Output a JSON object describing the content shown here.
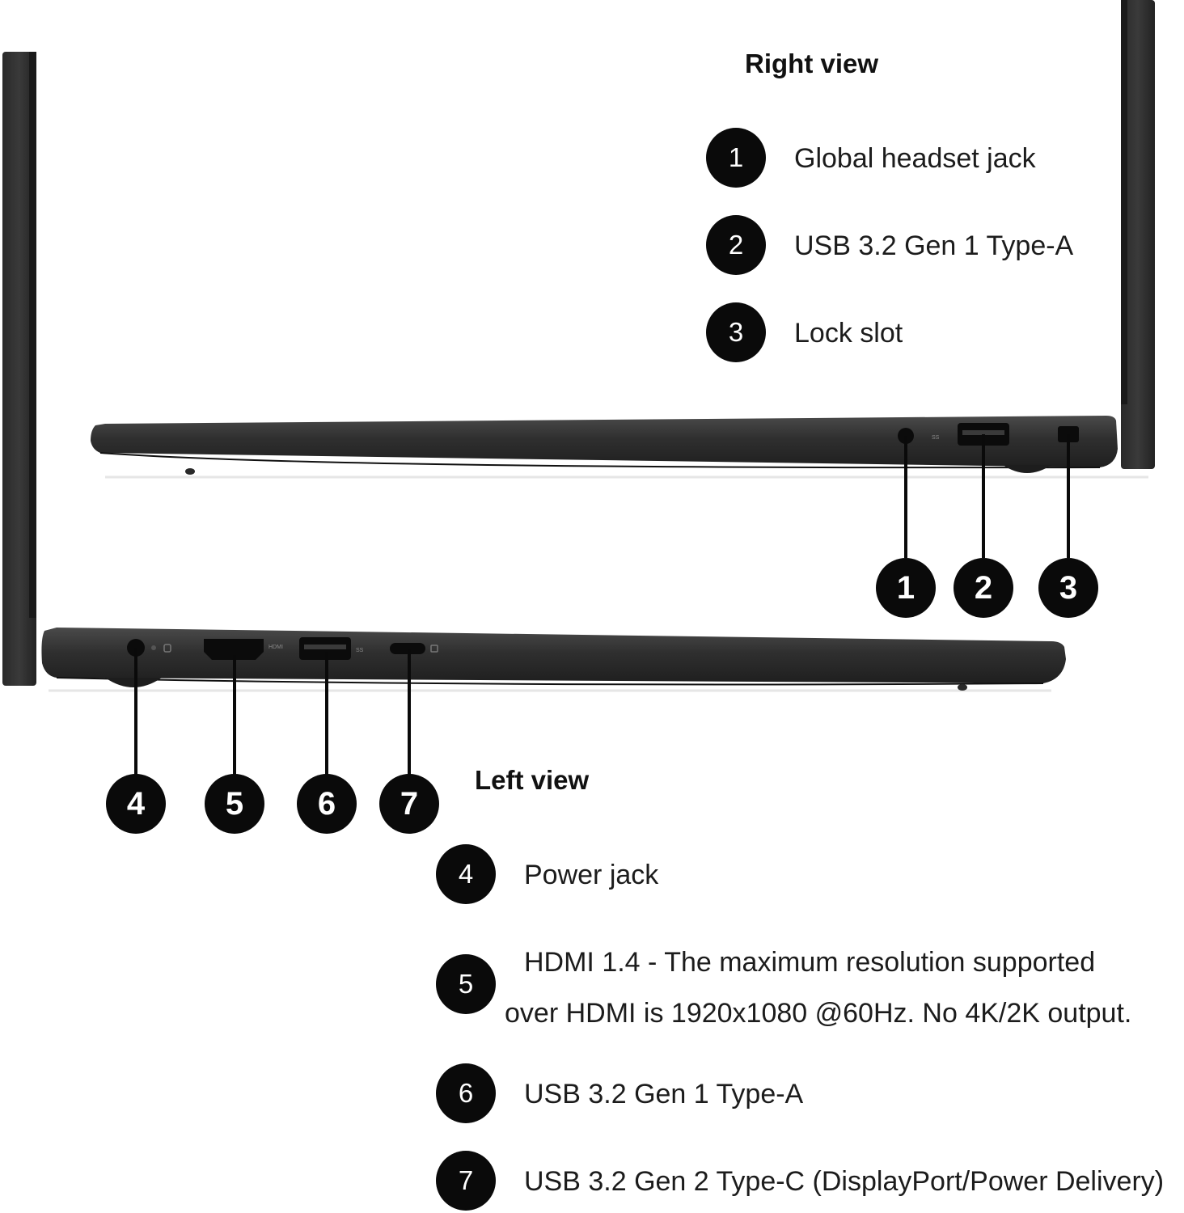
{
  "right_view": {
    "heading": "Right view",
    "items": [
      {
        "number": "1",
        "label": "Global headset jack"
      },
      {
        "number": "2",
        "label": "USB 3.2 Gen 1 Type-A"
      },
      {
        "number": "3",
        "label": "Lock slot"
      }
    ]
  },
  "left_view": {
    "heading": "Left view",
    "items": [
      {
        "number": "4",
        "label": "Power jack"
      },
      {
        "number": "5",
        "label_line1": "HDMI 1.4 - The maximum resolution supported",
        "label_line2": "over HDMI is 1920x1080 @60Hz. No 4K/2K output."
      },
      {
        "number": "6",
        "label": "USB 3.2 Gen 1 Type-A"
      },
      {
        "number": "7",
        "label": "USB 3.2 Gen 2 Type-C (DisplayPort/Power Delivery)"
      }
    ]
  },
  "port_labels": {
    "hdmi": "HDMI",
    "usb_ss": "SS"
  },
  "colors": {
    "chassis": "#2b2b2b",
    "chassis_edge": "#1c1c1c",
    "badge": "#0a0a0a"
  }
}
